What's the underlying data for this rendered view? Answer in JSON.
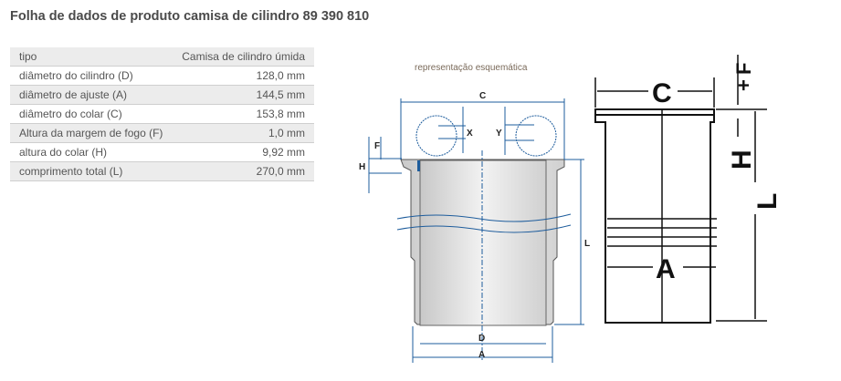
{
  "title": "Folha de dados de produto camisa de cilindro 89 390 810",
  "specs": [
    {
      "label": "tipo",
      "value": "Camisa de cilindro úmida"
    },
    {
      "label": "diâmetro do cilindro (D)",
      "value": "128,0 mm"
    },
    {
      "label": "diâmetro de ajuste (A)",
      "value": "144,5 mm"
    },
    {
      "label": "diâmetro do colar (C)",
      "value": "153,8 mm"
    },
    {
      "label": "Altura da margem de fogo (F)",
      "value": "1,0 mm"
    },
    {
      "label": "altura do colar (H)",
      "value": "9,92 mm"
    },
    {
      "label": "comprimento total (L)",
      "value": "270,0 mm"
    }
  ],
  "diagram": {
    "caption": "representação esquemática",
    "labels": {
      "C": "C",
      "X": "X",
      "Y": "Y",
      "F": "F",
      "H": "H",
      "L": "L",
      "D": "D",
      "A": "A"
    }
  },
  "drawing": {
    "labels": {
      "C": "C",
      "A": "A",
      "H": "H",
      "F": "F",
      "L": "L",
      "plus": "+"
    }
  }
}
